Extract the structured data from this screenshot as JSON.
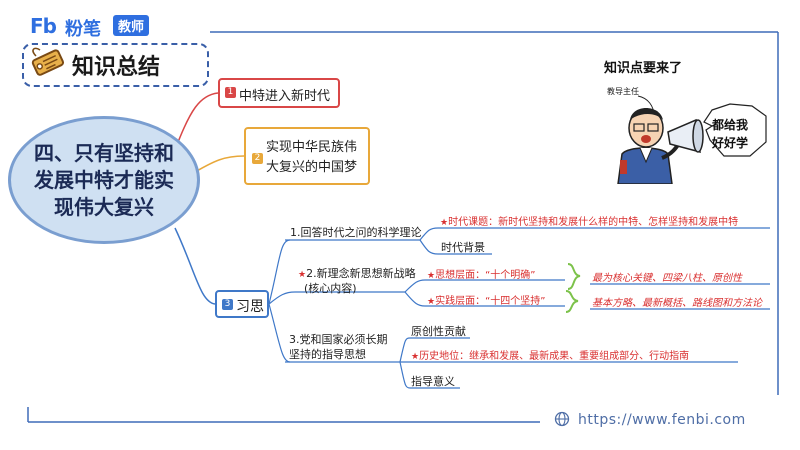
{
  "brand": {
    "logo_letters": "Fb",
    "name": "粉笔",
    "badge": "教师"
  },
  "section_title": "知识总结",
  "main_topic": "四、只有坚持和发展中特才能实现伟大复兴",
  "branch1": {
    "num": "1",
    "label": "中特进入新时代"
  },
  "branch2": {
    "num": "2",
    "label": "实现中华民族伟大复兴的中国梦"
  },
  "branch3": {
    "num": "3",
    "label": "习思"
  },
  "sub1": {
    "label": "1.回答时代之问的科学理论",
    "items": [
      "时代课题：新时代坚持和发展什么样的中特、怎样坚持和发展中特",
      "时代背景"
    ]
  },
  "sub2": {
    "label_line1": "2.新理念新思想新战略",
    "label_line2": "(核心内容)",
    "items": [
      {
        "label": "思想层面：“十个明确”",
        "note": "最为核心关键、四梁八柱、原创性"
      },
      {
        "label": "实践层面：“十四个坚持”",
        "note": "基本方略、最新概括、路线图和方法论"
      }
    ]
  },
  "sub3": {
    "label_line1": "3.党和国家必须长期",
    "label_line2": "坚持的指导思想",
    "items": [
      "原创性贡献",
      "历史地位：继承和发展、最新成果、重要组成部分、行动指南",
      "指导意义"
    ]
  },
  "illustration": {
    "speech": "知识点要来了",
    "role_label": "教导主任",
    "bubble_line1": "都给我",
    "bubble_line2": "好好学"
  },
  "footer": {
    "url": "https://www.fenbi.com"
  },
  "colors": {
    "red": "#d94747",
    "orange": "#e8a83a",
    "blue": "#3f78c8",
    "main_fill": "#cfe0f2"
  }
}
